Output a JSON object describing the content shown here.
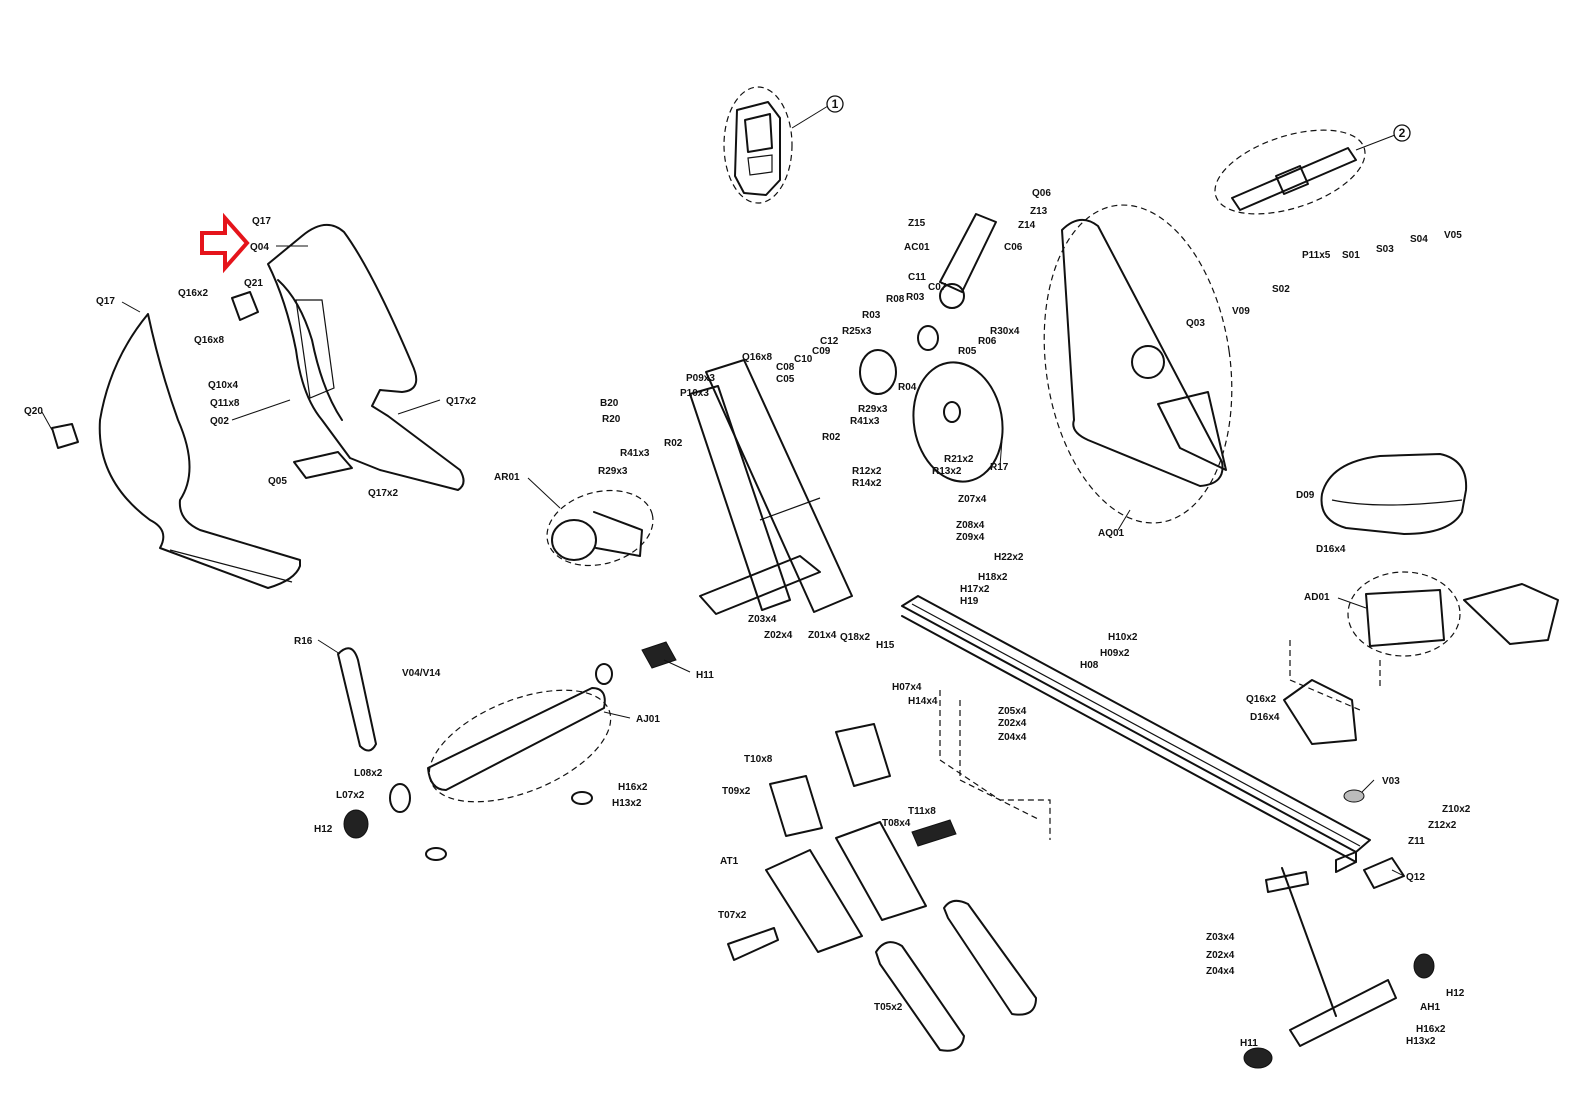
{
  "callouts": [
    "1",
    "2"
  ],
  "highlight_arrow": {
    "color": "#e5141b"
  },
  "labels": {
    "q17_a": "Q17",
    "q04": "Q04",
    "q17_b": "Q17",
    "q16x2": "Q16x2",
    "q21": "Q21",
    "q16x8": "Q16x8",
    "q10x4": "Q10x4",
    "q11x8": "Q11x8",
    "q20": "Q20",
    "q02": "Q02",
    "q17x2_a": "Q17x2",
    "q05": "Q05",
    "q17x2_b": "Q17x2",
    "z15": "Z15",
    "z13": "Z13",
    "z14": "Z14",
    "q06": "Q06",
    "ac01": "AC01",
    "c06": "C06",
    "c11": "C11",
    "c07": "C07",
    "r08": "R08",
    "r03_a": "R03",
    "r03_b": "R03",
    "r25x3": "R25x3",
    "r30x4": "R30x4",
    "r06": "R06",
    "r05": "R05",
    "r04": "R04",
    "r29x3": "R29x3",
    "r41x3_a": "R41x3",
    "r02_a": "R02",
    "r12x2": "R12x2",
    "r13x2": "R13x2",
    "r14x2": "R14x2",
    "r21x2": "R21x2",
    "r17": "R17",
    "c12": "C12",
    "c09": "C09",
    "c10": "C10",
    "c05": "C05",
    "c08": "C08",
    "q16x8_b": "Q16x8",
    "p09x3": "P09x3",
    "p10x3": "P10x3",
    "b20": "B20",
    "r20": "R20",
    "r41x3_b": "R41x3",
    "r02_b": "R02",
    "r29x3_b": "R29x3",
    "ar01": "AR01",
    "z07x4": "Z07x4",
    "z08x4": "Z08x4",
    "z09x4": "Z09x4",
    "h22x2": "H22x2",
    "h18x2": "H18x2",
    "h17x2": "H17x2",
    "h19": "H19",
    "z03x4": "Z03x4",
    "z02x4": "Z02x4",
    "z01x4": "Z01x4",
    "q18x2": "Q18x2",
    "h15": "H15",
    "h10x2": "H10x2",
    "h09x2": "H09x2",
    "h08": "H08",
    "h07x4": "H07x4",
    "h14x4": "H14x4",
    "z05x4": "Z05x4",
    "z02x4_b": "Z02x4",
    "z04x4": "Z04x4",
    "p11x5": "P11x5",
    "s01": "S01",
    "s03": "S03",
    "s04": "S04",
    "v05": "V05",
    "s02": "S02",
    "q03": "Q03",
    "v09": "V09",
    "aq01": "AQ01",
    "d09": "D09",
    "d16x4": "D16x4",
    "ad01": "AD01",
    "q16x2_b": "Q16x2",
    "d16x4_b": "D16x4",
    "r16": "R16",
    "v04v14": "V04/V14",
    "h11": "H11",
    "aj01": "AJ01",
    "l08x2": "L08x2",
    "l07x2": "L07x2",
    "h12": "H12",
    "h16x2": "H16x2",
    "h13x2": "H13x2",
    "t10x8": "T10x8",
    "t09x2": "T09x2",
    "t11x8": "T11x8",
    "t08x4": "T08x4",
    "at1": "AT1",
    "t07x2": "T07x2",
    "t05x2": "T05x2",
    "v03": "V03",
    "z10x2": "Z10x2",
    "z12x2": "Z12x2",
    "z11": "Z11",
    "q12": "Q12",
    "z03x4_b": "Z03x4",
    "z02x4_c": "Z02x4",
    "z04x4_b": "Z04x4",
    "h12_b": "H12",
    "ah1": "AH1",
    "h16x2_b": "H16x2",
    "h13x2_b": "H13x2",
    "h11_b": "H11"
  }
}
